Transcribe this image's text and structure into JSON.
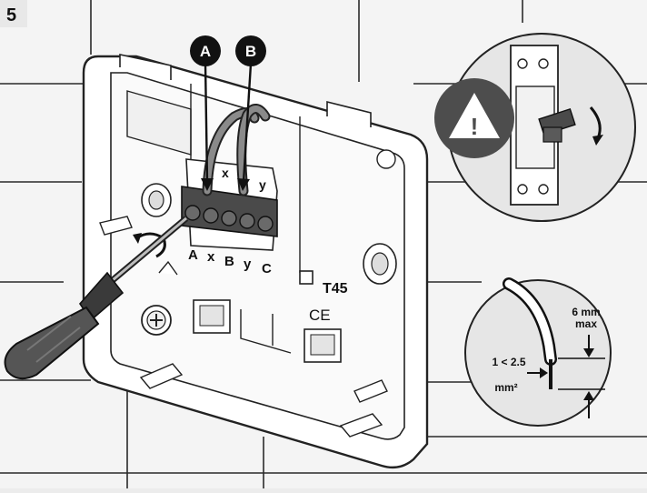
{
  "step_number": "5",
  "callouts": {
    "a_label": "A",
    "b_label": "B"
  },
  "terminal_top_labels": [
    "x",
    "y"
  ],
  "terminal_bottom_labels": [
    "A",
    "x",
    "B",
    "y",
    "C"
  ],
  "model_label": "T45",
  "ce_mark": "CE",
  "warning_symbol": "!",
  "wire_spec": {
    "strip_length": "6 mm",
    "strip_qualifier": "max",
    "cross_section_value": "1 < 2.5",
    "cross_section_unit": "mm²"
  },
  "colors": {
    "warning_badge": "#4d4d4d",
    "callout_badge": "#111111",
    "wall": "#f4f4f4",
    "inset_bg": "#e6e6e6"
  }
}
